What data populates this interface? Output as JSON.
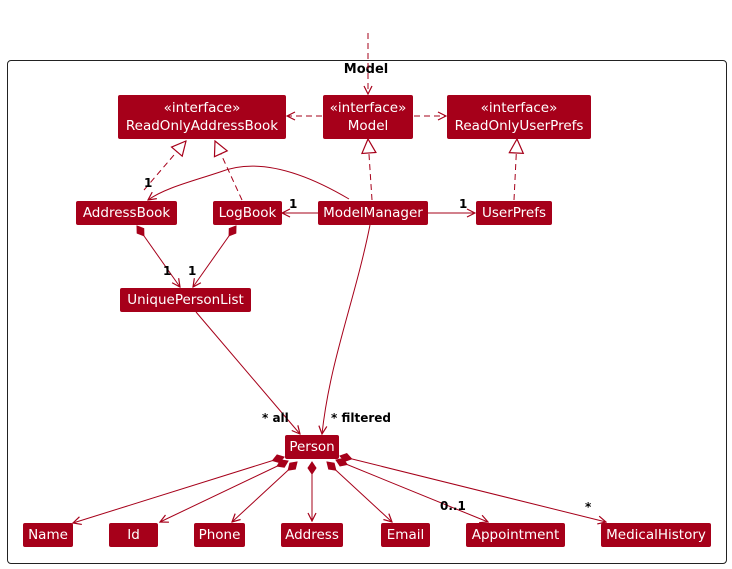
{
  "diagram": {
    "package_title": "Model",
    "stereotype": "«interface»",
    "nodes": {
      "read_only_address_book": "ReadOnlyAddressBook",
      "model": "Model",
      "read_only_user_prefs": "ReadOnlyUserPrefs",
      "address_book": "AddressBook",
      "log_book": "LogBook",
      "model_manager": "ModelManager",
      "user_prefs": "UserPrefs",
      "unique_person_list": "UniquePersonList",
      "person": "Person",
      "name": "Name",
      "id": "Id",
      "phone": "Phone",
      "address": "Address",
      "email": "Email",
      "appointment": "Appointment",
      "medical_history": "MedicalHistory"
    },
    "multiplicities": {
      "manager_to_addressbook": "1",
      "manager_to_logbook": "1",
      "manager_to_userprefs": "1",
      "addressbook_to_list": "1",
      "logbook_to_list": "1",
      "list_to_person": "* all",
      "manager_to_person": "* filtered",
      "person_to_appointment": "0..1",
      "person_to_medicalhistory": "*"
    },
    "colors": {
      "node_fill": "#a6001a",
      "edge": "#a6001a",
      "text": "#ffffff"
    }
  }
}
